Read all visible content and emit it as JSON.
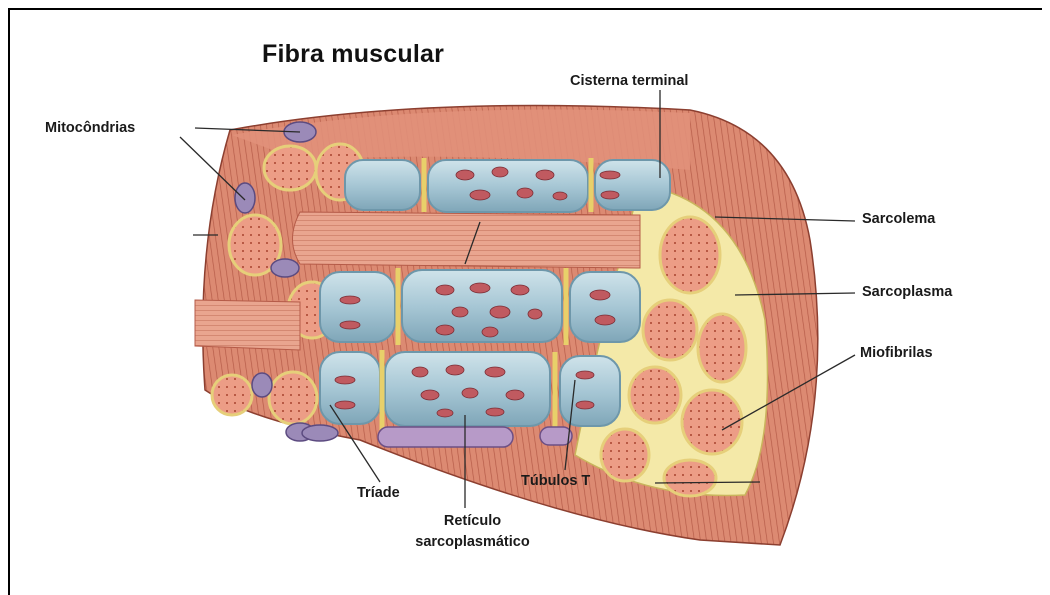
{
  "title": "Fibra muscular",
  "labels": {
    "mitocondrias": "Mitocôndrias",
    "cisterna_terminal": "Cisterna terminal",
    "sarcolema": "Sarcolema",
    "sarcoplasma": "Sarcoplasma",
    "miofibrilas": "Miofibrilas",
    "triade": "Tríade",
    "tubulos_t": "Túbulos T",
    "reticulo_line1": "Retículo",
    "reticulo_line2": "sarcoplasmático"
  },
  "colors": {
    "muscle": "#d9826a",
    "muscle_dark": "#b85a47",
    "sarcoplasm": "#f3e6a0",
    "reticulum": "#a9c9d6",
    "reticulum_dark": "#6e97aa",
    "myofibril": "#ec9d86",
    "mitochondria": "#9b8ab8",
    "ttubule": "#9c5a8a"
  }
}
